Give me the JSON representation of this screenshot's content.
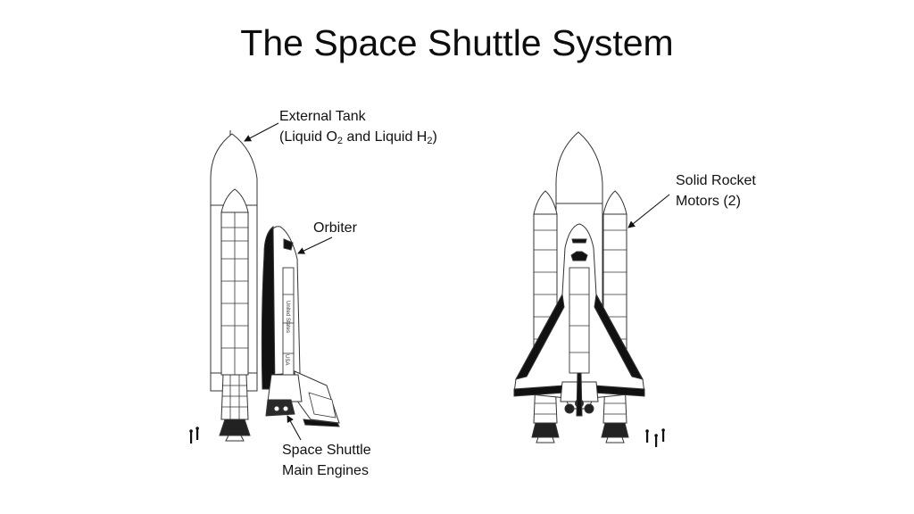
{
  "slide": {
    "title": "The Space Shuttle System"
  },
  "labels": {
    "external_tank": {
      "line1": "External Tank",
      "line2_prefix": "(Liquid O",
      "line2_sub1": "2",
      "line2_mid": " and Liquid H",
      "line2_sub2": "2",
      "line2_suffix": ")"
    },
    "orbiter": "Orbiter",
    "solid_rocket_motors": {
      "line1": "Solid Rocket",
      "line2": "Motors (2)"
    },
    "main_engines": {
      "line1": "Space Shuttle",
      "line2": "Main Engines"
    }
  },
  "orbiter_lettering": {
    "name": "United States",
    "flag": "USA"
  },
  "colors": {
    "line": "#333333",
    "fill": "#ffffff",
    "dark": "#111111",
    "text": "#111111"
  }
}
